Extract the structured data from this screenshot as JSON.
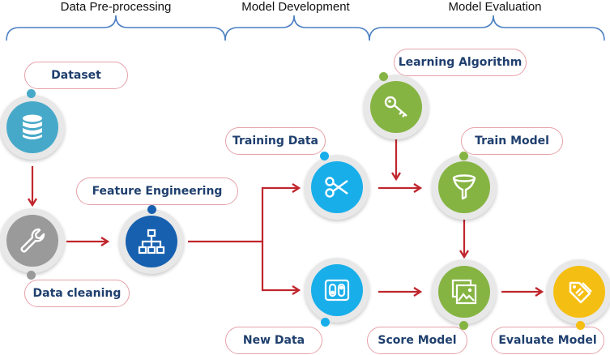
{
  "phases": {
    "pre": "Data Pre-processing",
    "dev": "Model Development",
    "eval": "Model Evaluation"
  },
  "nodes": {
    "dataset": "Dataset",
    "data_cleaning": "Data cleaning",
    "feature_engineering": "Feature Engineering",
    "training_data": "Training Data",
    "new_data": "New Data",
    "learning_algorithm": "Learning Algorithm",
    "train_model": "Train Model",
    "score_model": "Score Model",
    "evaluate_model": "Evaluate Model"
  },
  "colors": {
    "arrow": "#c0262d",
    "brace": "#4a7fc1",
    "dataset": "#47a9c9",
    "cleaning": "#9a9a9a",
    "feature": "#1760b0",
    "cyan": "#18aeea",
    "green": "#86b443",
    "gold": "#f5be12",
    "label_text": "#1f3f6e"
  },
  "icons": {
    "dataset": "database-icon",
    "data_cleaning": "wrench-icon",
    "feature_engineering": "hierarchy-icon",
    "training_data": "scissors-icon",
    "new_data": "toggle-panel-icon",
    "learning_algorithm": "key-icon",
    "train_model": "funnel-icon",
    "score_model": "image-gallery-icon",
    "evaluate_model": "price-tag-icon"
  }
}
